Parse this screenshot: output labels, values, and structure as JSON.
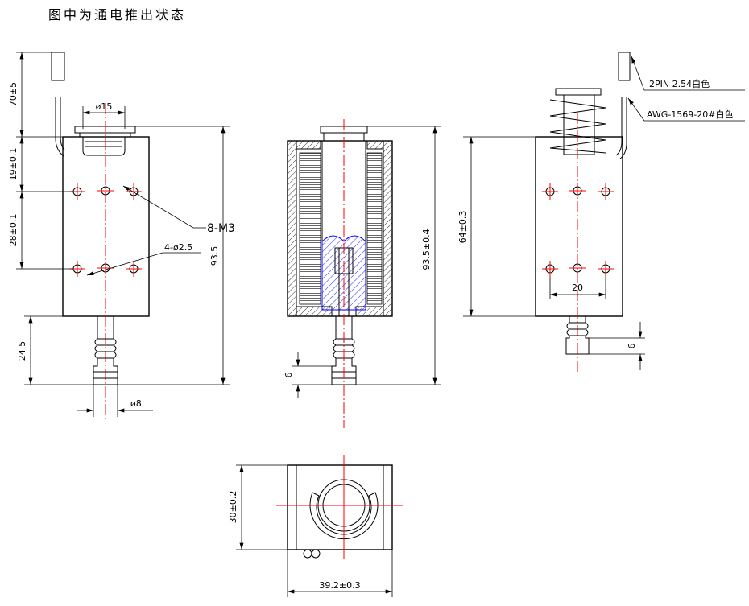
{
  "caption": "图中为通电推出状态",
  "front_view": {
    "dim_wire": "70±5",
    "dim_flange": "ø15",
    "dim_top_hole": "19±0.1",
    "dim_hole_spacing": "28±0.1",
    "label_threads": "8-M3",
    "label_holes": "4-ø2.5",
    "dim_height": "93.5",
    "dim_plunger": "24.5",
    "dim_plunger_dia": "ø8"
  },
  "section_view": {
    "dim_stroke": "6",
    "dim_height": "93.5±0.4"
  },
  "side_view": {
    "dim_body": "64±0.3",
    "dim_hole_pitch": "20",
    "dim_stroke": "6",
    "label_connector": "2PIN 2.54白色",
    "label_wire": "AWG-1569-20#白色"
  },
  "bottom_view": {
    "dim_height": "30±0.2",
    "dim_width": "39.2±0.3"
  },
  "colors": {
    "line": "#000000",
    "centerline": "#ff0000",
    "hatch_plunger": "#0000ff"
  }
}
